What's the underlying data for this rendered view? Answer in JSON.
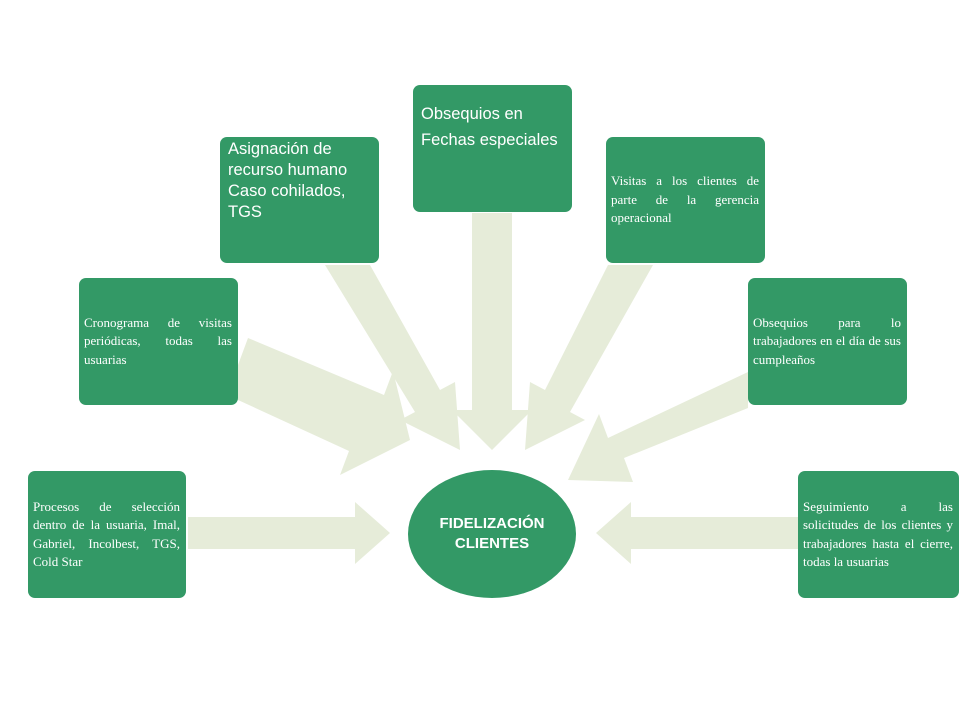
{
  "center": {
    "label": "FIDELIZACIÓN CLIENTES"
  },
  "boxes": [
    {
      "label": "Procesos de selección dentro de la usuaria, Imal, Gabriel, Incolbest, TGS, Cold Star"
    },
    {
      "label": "Cronograma de visitas periódicas, todas las usuarias"
    },
    {
      "label": "Asignación de recurso humano Caso cohilados, TGS"
    },
    {
      "label": "Obsequios en Fechas especiales"
    },
    {
      "label": "Visitas a los clientes de parte de la gerencia operacional"
    },
    {
      "label": "Obsequios para lo trabajadores en el día de sus cumpleaños"
    },
    {
      "label": "Seguimiento a las solicitudes de los clientes y trabajadores hasta el cierre, todas la usuarias"
    }
  ],
  "colors": {
    "box": "#339966",
    "arrow": "#e6ecd9",
    "text": "#ffffff"
  }
}
